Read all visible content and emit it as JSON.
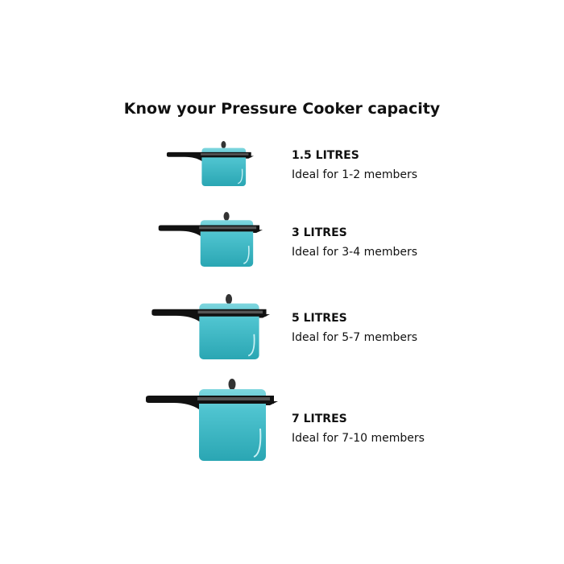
{
  "title": "Know your Pressure Cooker capacity",
  "colors": {
    "body": "#4ec3cf",
    "body_dark": "#2aa6b3",
    "handle": "#111111"
  },
  "items": [
    {
      "capacity": "1.5 LITRES",
      "description": "Ideal for 1-2 members"
    },
    {
      "capacity": "3 LITRES",
      "description": "Ideal for 3-4 members"
    },
    {
      "capacity": "5 LITRES",
      "description": "Ideal for 5-7 members"
    },
    {
      "capacity": "7 LITRES",
      "description": "Ideal for 7-10 members"
    }
  ]
}
